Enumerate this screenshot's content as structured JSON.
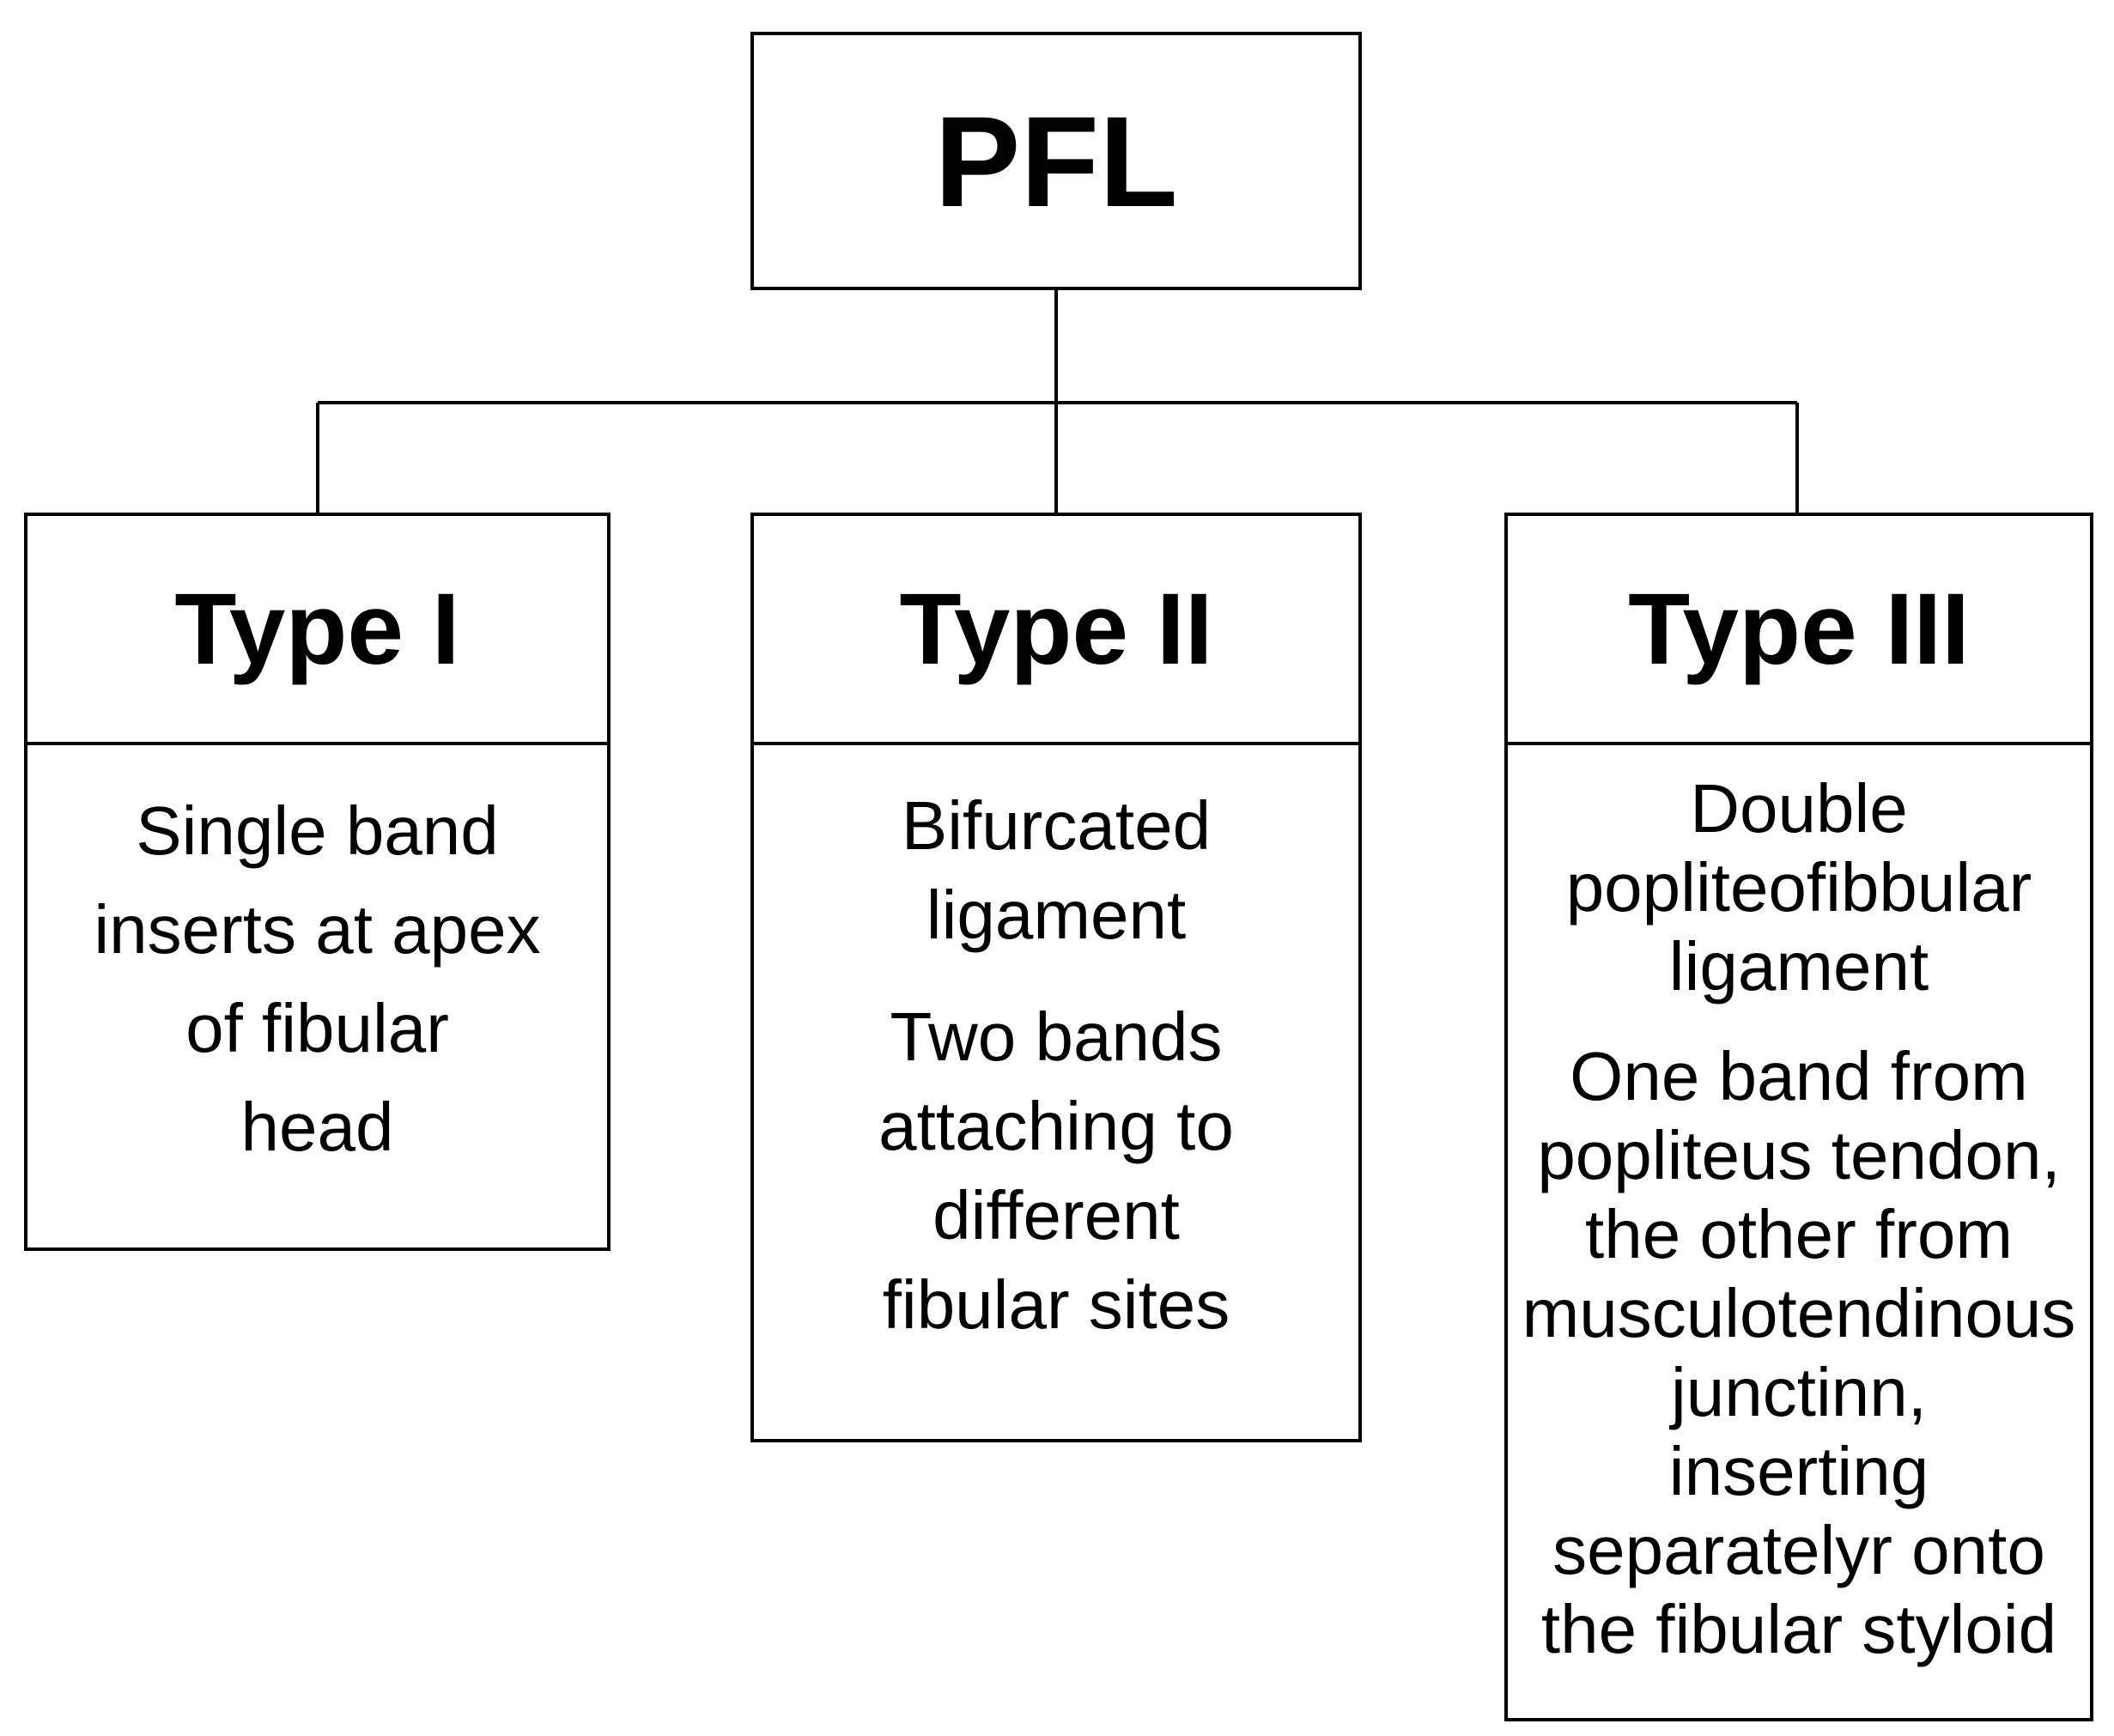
{
  "root": {
    "label": "PFL"
  },
  "types": [
    {
      "title": "Type I",
      "paragraphs": [
        "Single band\ninserts at apex\nof fibular\nhead"
      ]
    },
    {
      "title": "Type II",
      "paragraphs": [
        "Bifurcated\nligament",
        "Two bands\nattaching to\ndifferent\nfibular sites"
      ]
    },
    {
      "title": "Type III",
      "paragraphs": [
        "Double\npopliteofibbular\nligament",
        "One band from\npopliteus tendon,\nthe other from\nmusculotendinous\njunctinn,\ninserting\nseparatelyr onto\nthe fibular styloid"
      ]
    }
  ],
  "colors": {
    "line": "#000000",
    "background": "#ffffff",
    "text": "#000000"
  }
}
